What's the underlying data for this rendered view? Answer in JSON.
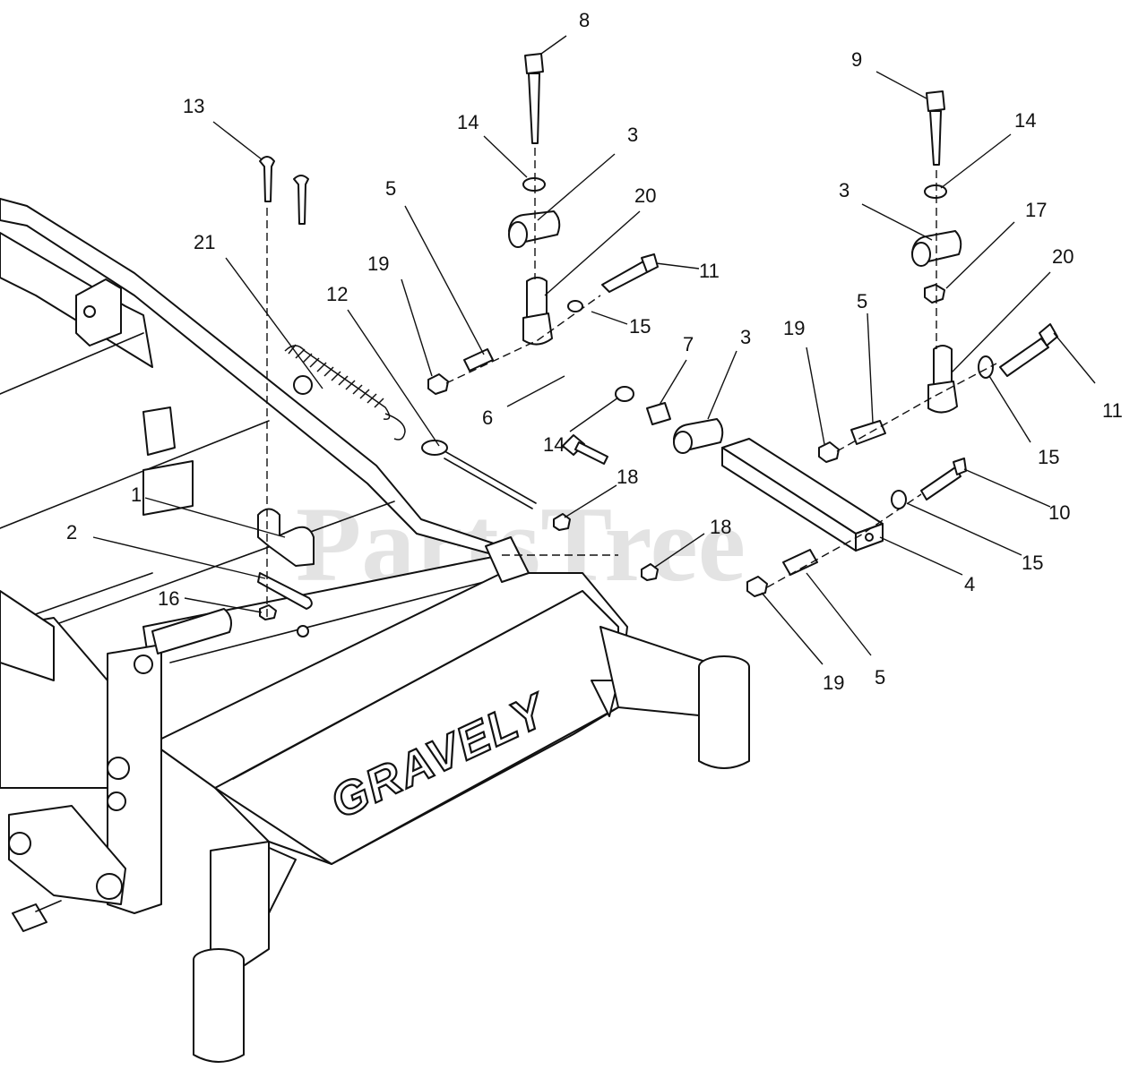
{
  "diagram": {
    "brand_text": "GRAVELY",
    "watermark": "PartsTree",
    "watermark_tm": "™",
    "callouts": [
      {
        "id": "c8",
        "label": "8"
      },
      {
        "id": "c9",
        "label": "9"
      },
      {
        "id": "c13",
        "label": "13"
      },
      {
        "id": "c14a",
        "label": "14"
      },
      {
        "id": "c3a",
        "label": "3"
      },
      {
        "id": "c14b",
        "label": "14"
      },
      {
        "id": "c3b",
        "label": "3"
      },
      {
        "id": "c17",
        "label": "17"
      },
      {
        "id": "c5a",
        "label": "5"
      },
      {
        "id": "c20a",
        "label": "20"
      },
      {
        "id": "c20b",
        "label": "20"
      },
      {
        "id": "c21",
        "label": "21"
      },
      {
        "id": "c19a",
        "label": "19"
      },
      {
        "id": "c11a",
        "label": "11"
      },
      {
        "id": "c12",
        "label": "12"
      },
      {
        "id": "c15a",
        "label": "15"
      },
      {
        "id": "c5b",
        "label": "5"
      },
      {
        "id": "c19b",
        "label": "19"
      },
      {
        "id": "c7",
        "label": "7"
      },
      {
        "id": "c3c",
        "label": "3"
      },
      {
        "id": "c11b",
        "label": "11"
      },
      {
        "id": "c6",
        "label": "6"
      },
      {
        "id": "c14c",
        "label": "14"
      },
      {
        "id": "c15b",
        "label": "15"
      },
      {
        "id": "c18a",
        "label": "18"
      },
      {
        "id": "c1",
        "label": "1"
      },
      {
        "id": "c10",
        "label": "10"
      },
      {
        "id": "c18b",
        "label": "18"
      },
      {
        "id": "c2",
        "label": "2"
      },
      {
        "id": "c15c",
        "label": "15"
      },
      {
        "id": "c4",
        "label": "4"
      },
      {
        "id": "c16",
        "label": "16"
      },
      {
        "id": "c19c",
        "label": "19"
      },
      {
        "id": "c5c",
        "label": "5"
      }
    ]
  }
}
